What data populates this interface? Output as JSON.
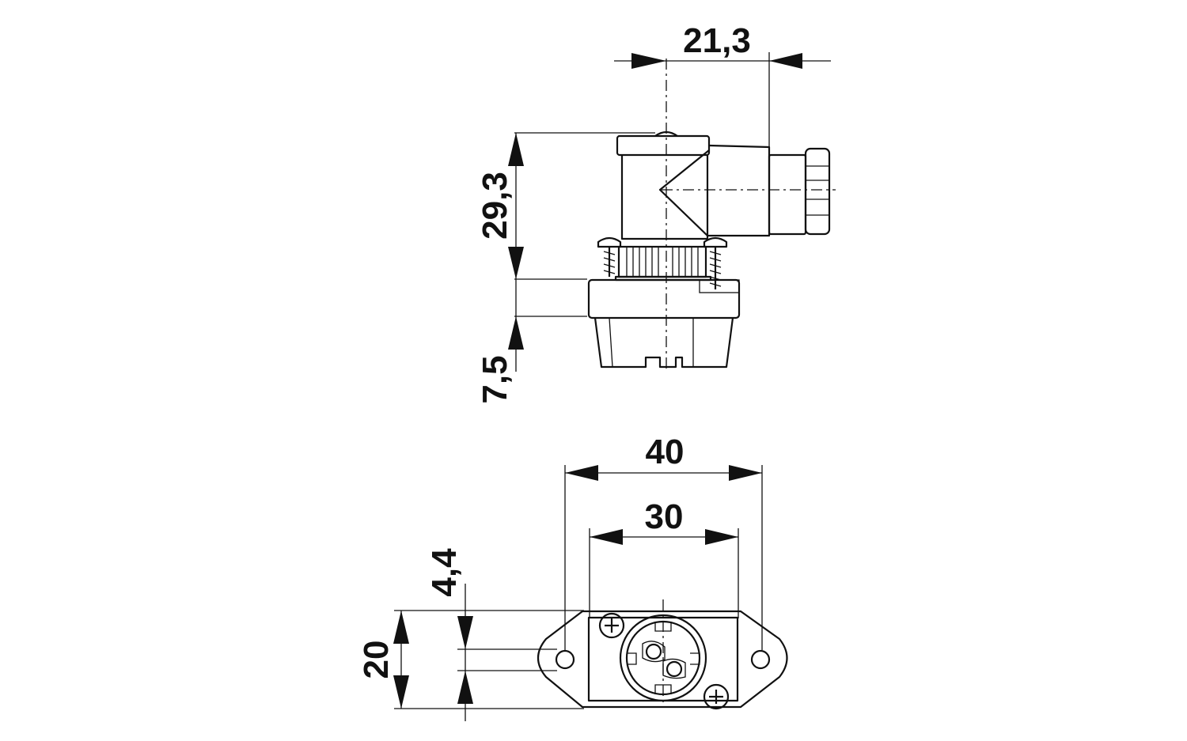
{
  "dimensions": {
    "d_21_3": "21,3",
    "d_29_3": "29,3",
    "d_7_5": "7,5",
    "d_40": "40",
    "d_30": "30",
    "d_20": "20",
    "d_4_4": "4,4"
  },
  "colors": {
    "line": "#111111",
    "background": "#ffffff"
  }
}
